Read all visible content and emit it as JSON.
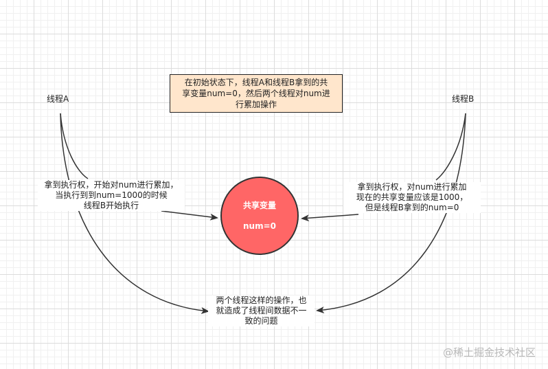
{
  "diagram": {
    "thread_a_label": "线程A",
    "thread_b_label": "线程B",
    "note_lines": [
      "在初始状态下，线程A和线程B拿到的共",
      "享变量num=0，然后两个线程对num进",
      "行累加操作"
    ],
    "shared_title": "共享变量",
    "shared_value": "num=0",
    "left_annotation_lines": [
      "拿到执行权，开始对num进行累加，",
      "当执行到到num=1000的时候",
      "线程B开始执行"
    ],
    "right_annotation_lines": [
      "拿到执行权，对num进行累加",
      "现在的共享变量应该是1000，",
      "但是线程B拿到的num=0"
    ],
    "bottom_annotation_lines": [
      "两个线程这样的操作，也",
      "就造成了线程间数据不一",
      "致的问题"
    ]
  },
  "watermark": "@稀土掘金技术社区",
  "colors": {
    "note_fill": "#ffe6cc",
    "circle_fill": "#ff6666",
    "line": "#333333"
  }
}
